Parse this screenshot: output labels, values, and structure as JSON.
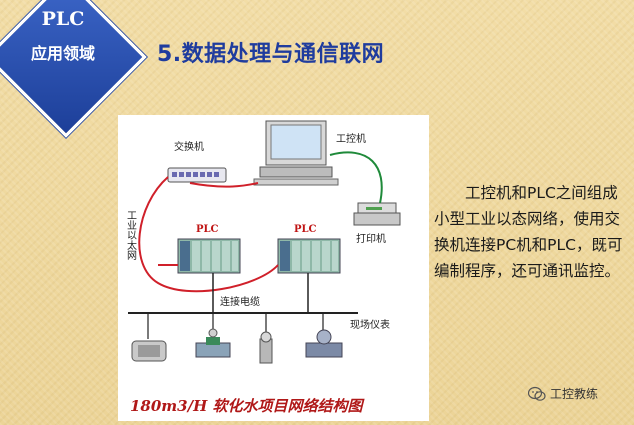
{
  "badge": {
    "line1": "PLC",
    "line2": "应用领域"
  },
  "title": "5.数据处理与通信联网",
  "diagram": {
    "labels": {
      "switch": "交换机",
      "ipc": "工控机",
      "printer": "打印机",
      "ethernet": "工业以太网",
      "plc1": "PLC",
      "plc2": "PLC",
      "cable": "连接电缆",
      "field": "现场仪表"
    },
    "caption": "180m3/H 软化水项目网络结构图"
  },
  "description": "工控机和PLC之间组成小型工业以态网络，使用交换机连接PC机和PLC，既可编制程序，还可通讯监控。",
  "watermark": "工控教练",
  "colors": {
    "badge": "#1d3f99",
    "title": "#1f3c9e",
    "caption": "#b01818",
    "redLine": "#d0202a",
    "greenLine": "#1f8a3a"
  }
}
